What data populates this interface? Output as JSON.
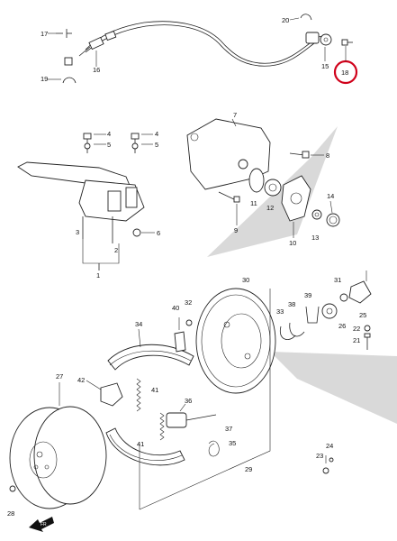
{
  "diagram": {
    "callouts": {
      "c1": "1",
      "c2": "2",
      "c3": "3",
      "c4a": "4",
      "c4b": "4",
      "c5a": "5",
      "c5b": "5",
      "c6": "6",
      "c7": "7",
      "c8": "8",
      "c9": "9",
      "c10": "10",
      "c11": "11",
      "c12": "12",
      "c13": "13",
      "c14": "14",
      "c15": "15",
      "c16": "16",
      "c17": "17",
      "c18": "18",
      "c19": "19",
      "c20": "20",
      "c21": "21",
      "c22": "22",
      "c23": "23",
      "c24": "24",
      "c25": "25",
      "c26": "26",
      "c27": "27",
      "c28": "28",
      "c29": "29",
      "c30": "30",
      "c31": "31",
      "c32": "32",
      "c33": "33",
      "c34": "34",
      "c35": "35",
      "c36": "36",
      "c37": "37",
      "c38": "38",
      "c39": "39",
      "c40": "40",
      "c41a": "41",
      "c41b": "41",
      "c42": "42"
    },
    "highlight": {
      "callout": "18",
      "color": "#d0021b"
    },
    "direction_arrow": {
      "label": "FR"
    }
  }
}
